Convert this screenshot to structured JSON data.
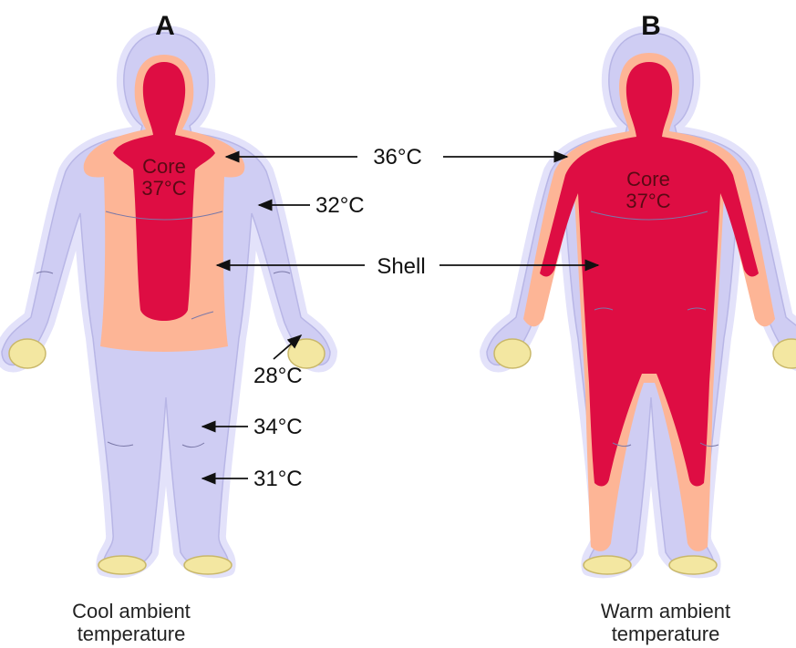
{
  "panels": {
    "a": {
      "letter": "A",
      "caption_line1": "Cool ambient",
      "caption_line2": "temperature",
      "core_label": "Core",
      "core_temp": "37°C"
    },
    "b": {
      "letter": "B",
      "caption_line1": "Warm ambient",
      "caption_line2": "temperature",
      "core_label": "Core",
      "core_temp": "37°C"
    }
  },
  "labels": {
    "t36": "36°C",
    "t32": "32°C",
    "shell": "Shell",
    "t28": "28°C",
    "t34": "34°C",
    "t31": "31°C"
  },
  "colors": {
    "shell_outer": "#cfcdf3",
    "shell_glow": "#e3e2fa",
    "shell_inner": "#fdb596",
    "core": "#de0d43",
    "hands_feet": "#f3e7a1",
    "outline": "#6a6a8a"
  }
}
